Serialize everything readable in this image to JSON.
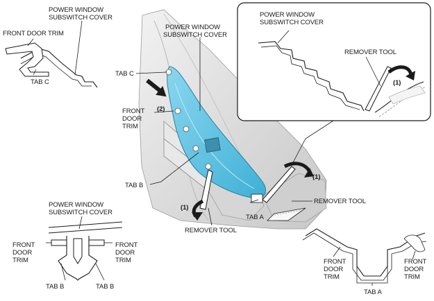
{
  "labels": {
    "pw_cover_topleft_1": "POWER WINDOW",
    "pw_cover_topleft_2": "SUBSWITCH COVER",
    "front_door_trim_topleft": "FRONT DOOR TRIM",
    "tab_c_topleft": "TAB C",
    "pw_cover_center_1": "POWER WINDOW",
    "pw_cover_center_2": "SUBSWITCH COVER",
    "tab_c_center": "TAB C",
    "step_2": "(2)",
    "front_door_trim_center_1": "FRONT",
    "front_door_trim_center_2": "DOOR",
    "front_door_trim_center_3": "TRIM",
    "tab_b_center": "TAB B",
    "step_1_left": "(1)",
    "remover_tool_bottom": "REMOVER TOOL",
    "tab_a_center": "TAB A",
    "remover_tool_right": "REMOVER TOOL",
    "step_1_right": "(1)",
    "inset_pw_cover_1": "POWER WINDOW",
    "inset_pw_cover_2": "SUBSWITCH COVER",
    "inset_remover_tool": "REMOVER TOOL",
    "inset_step_1": "(1)",
    "pw_cover_bottomleft_1": "POWER WINDOW",
    "pw_cover_bottomleft_2": "SUBSWITCH COVER",
    "fdt_bl_left_1": "FRONT",
    "fdt_bl_left_2": "DOOR",
    "fdt_bl_left_3": "TRIM",
    "fdt_bl_right_1": "FRONT",
    "fdt_bl_right_2": "DOOR",
    "fdt_bl_right_3": "TRIM",
    "tab_b_bl_left": "TAB B",
    "tab_b_bl_right": "TAB B",
    "fdt_br_left_1": "FRONT",
    "fdt_br_left_2": "DOOR",
    "fdt_br_left_3": "TRIM",
    "tab_a_br": "TAB A",
    "fdt_br_right_1": "FRONT",
    "fdt_br_right_2": "DOOR",
    "fdt_br_right_3": "TRIM"
  },
  "colors": {
    "cover_fill": "#5ec3e2",
    "cover_stroke": "#2a7fa0",
    "door_light": "#ededed",
    "door_mid": "#d3d3d3",
    "line": "#1a1a1a"
  }
}
